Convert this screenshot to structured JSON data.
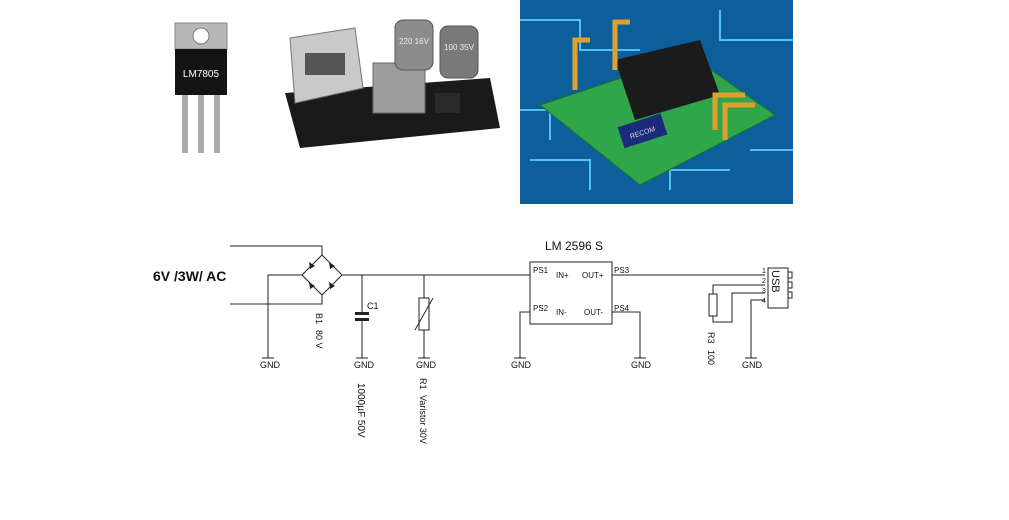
{
  "photos": {
    "regulator_chip_text": "LM7805",
    "buck_module_caps": [
      "220 16V",
      "100 35V"
    ],
    "dcdc_module_chip_text": "RECOM"
  },
  "schematic": {
    "title": "LM 2596 S",
    "input_label": "6V /3W/ AC",
    "bridge": {
      "ref": "B1",
      "rating": "80 V"
    },
    "capacitor": {
      "ref": "C1",
      "value": "1000µF 50V"
    },
    "varistor": {
      "ref": "R1",
      "value": "Varistor 30V"
    },
    "resistor": {
      "ref": "R3",
      "value": "100"
    },
    "usb": {
      "label": "USB",
      "pins": [
        "1",
        "2",
        "3",
        "4"
      ]
    },
    "ic_pins": {
      "in_plus": "IN+",
      "in_minus": "IN-",
      "out_plus": "OUT+",
      "out_minus": "OUT-",
      "ps1": "PS1",
      "ps2": "PS2",
      "ps3": "PS3",
      "ps4": "PS4"
    },
    "gnd_label": "GND"
  }
}
